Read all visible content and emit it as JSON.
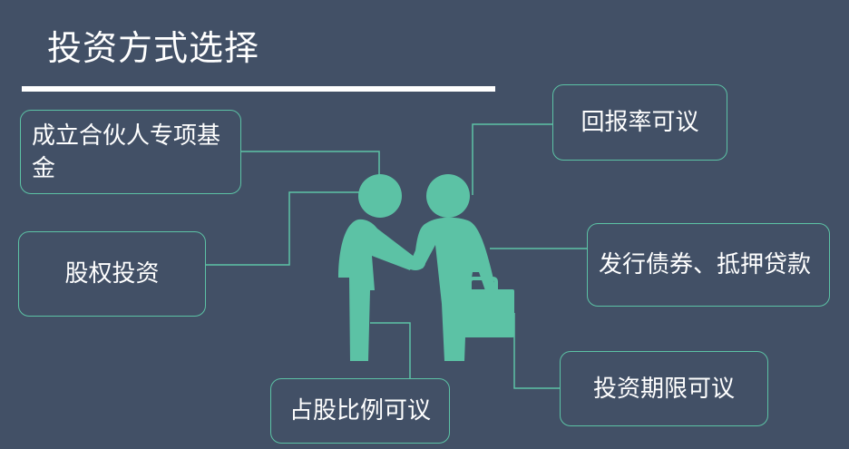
{
  "title": "投资方式选择",
  "boxes": {
    "fund": "成立合伙人专项基金",
    "equity": "股权投资",
    "share": "占股比例可议",
    "return_rate": "回报率可议",
    "bonds": "发行债券、抵押贷款",
    "term": "投资期限可议"
  },
  "colors": {
    "background": "#425066",
    "accent": "#5cc2a5",
    "text": "#ffffff"
  },
  "icons": [
    "handshake-people-icon",
    "briefcase-icon"
  ]
}
